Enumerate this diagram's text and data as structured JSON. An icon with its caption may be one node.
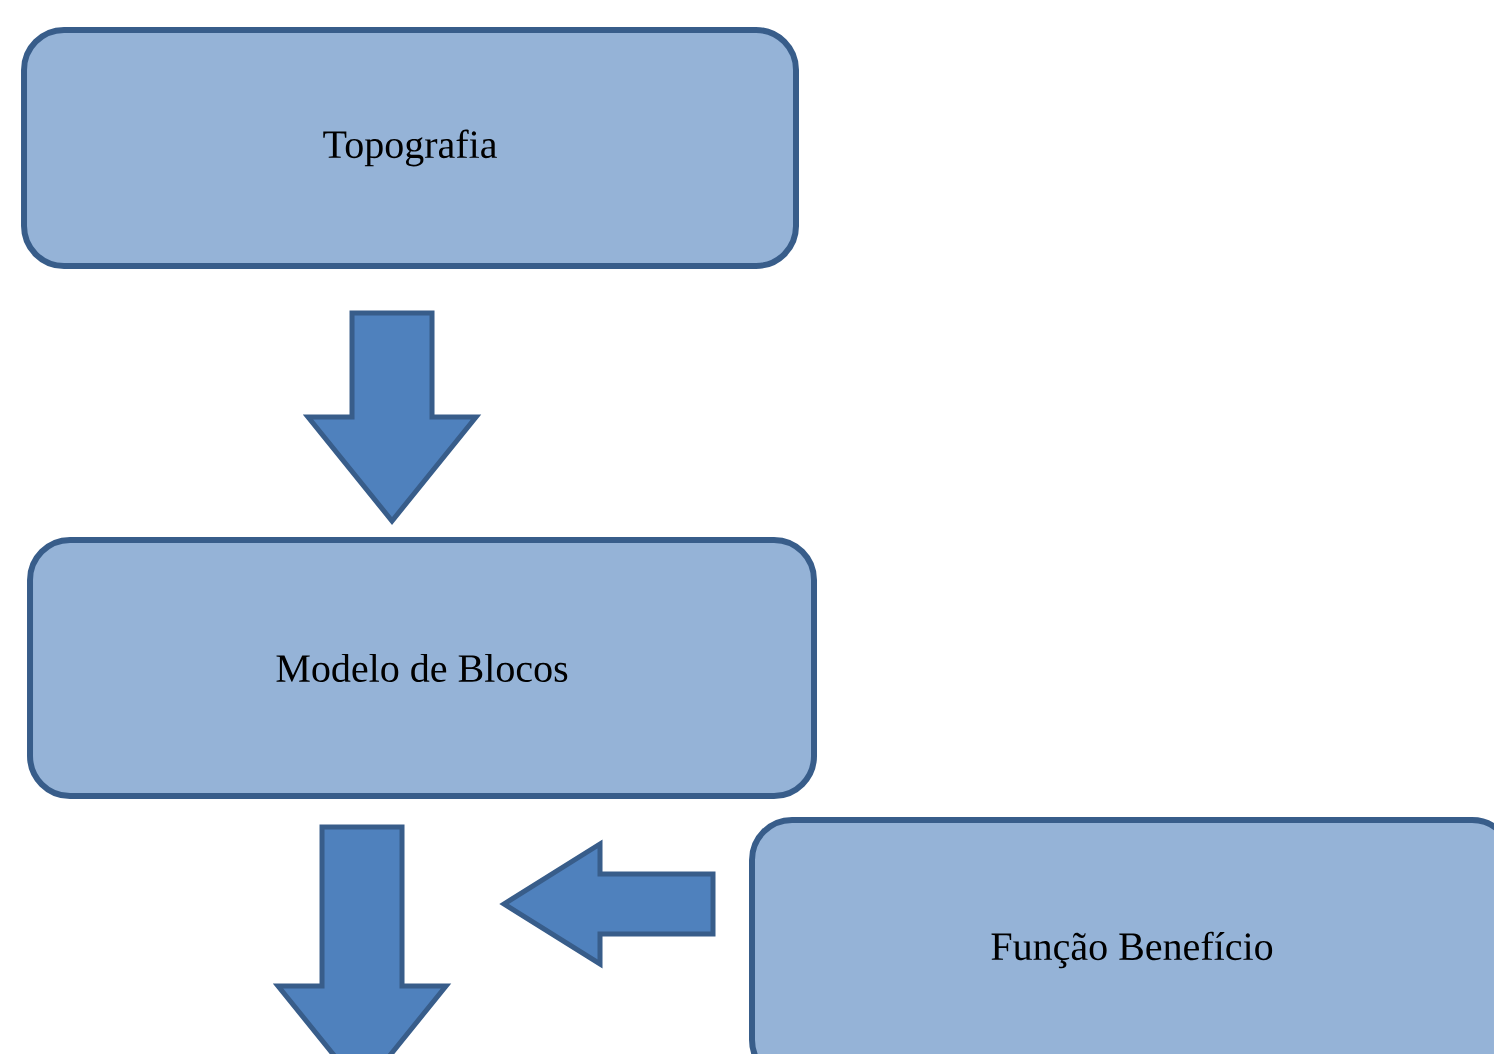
{
  "diagram": {
    "nodes": [
      {
        "text": [
          "Topografia"
        ]
      },
      {
        "text": [
          "Modelo de Blocos"
        ]
      },
      {
        "text": [
          "Função Benefício"
        ]
      }
    ],
    "edges": [
      {
        "from": 0,
        "to": 1,
        "arrow": "to"
      },
      {
        "from": 1,
        "to": null,
        "arrow": "to"
      },
      {
        "from": 2,
        "to": null,
        "arrow": "to"
      }
    ]
  }
}
